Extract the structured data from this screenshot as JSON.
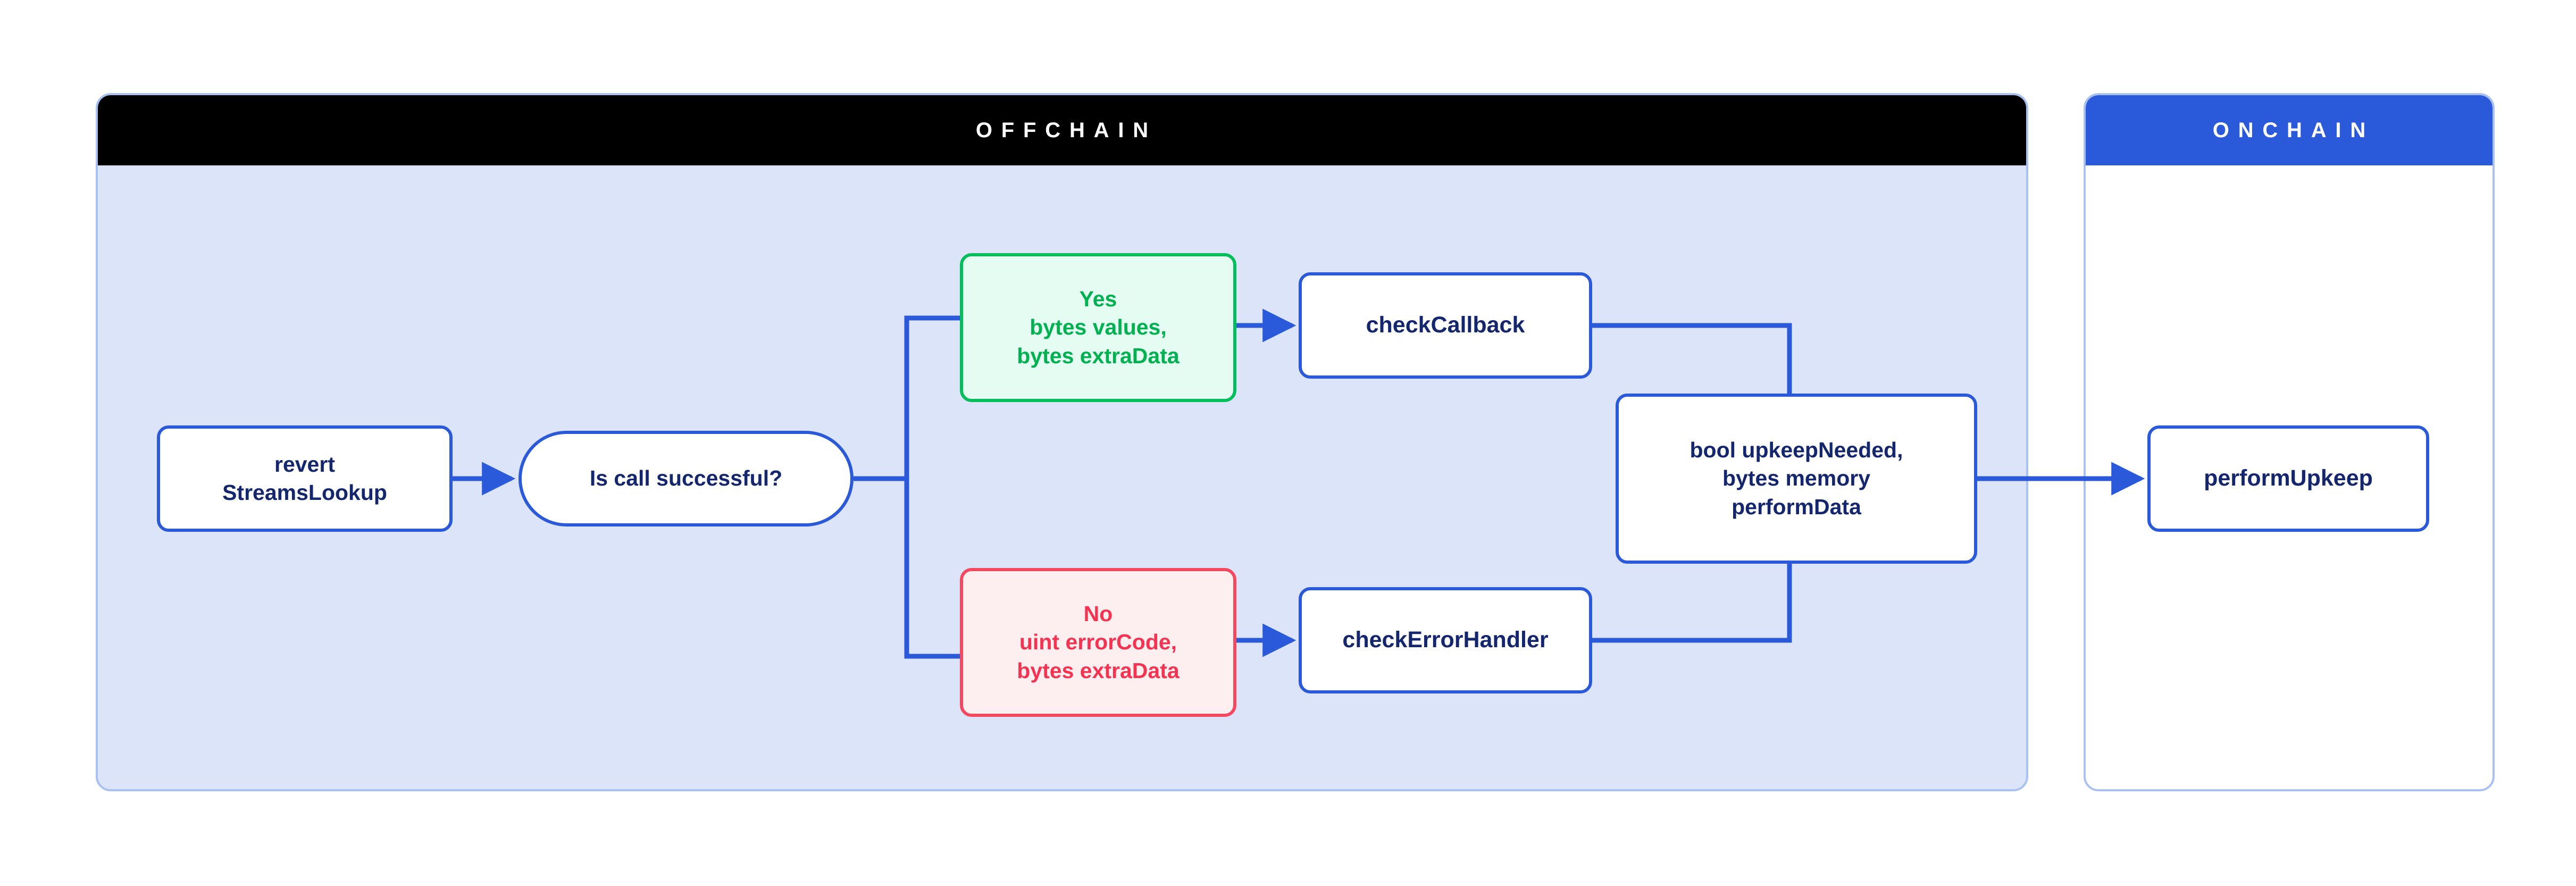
{
  "diagram": {
    "title": "Chainlink Automation StreamsLookup offchain / onchain flow",
    "colors": {
      "offchain_header_bg": "#000000",
      "onchain_header_bg": "#2a5ada",
      "offchain_panel_bg": "#dce4f9",
      "panel_border": "#a9c0f2",
      "node_blue_border": "#2a5ada",
      "node_blue_text": "#14266e",
      "node_green_border": "#00bf5b",
      "node_green_fill": "#e4fcf2",
      "node_green_text": "#00b14f",
      "node_red_border": "#f5485f",
      "node_red_fill": "#fdeef0",
      "node_red_text": "#f5324f",
      "edge_color": "#2a5ada"
    }
  },
  "panels": {
    "offchain": {
      "header": "OFFCHAIN"
    },
    "onchain": {
      "header": "ONCHAIN"
    }
  },
  "nodes": {
    "revert": {
      "label": "revert\nStreamsLookup"
    },
    "decision": {
      "label": "Is call successful?"
    },
    "yes": {
      "label": "Yes\nbytes values,\nbytes extraData"
    },
    "no": {
      "label": "No\nuint errorCode,\nbytes extraData"
    },
    "checkCallback": {
      "label": "checkCallback"
    },
    "checkErrorHandler": {
      "label": "checkErrorHandler"
    },
    "upkeepNeeded": {
      "label": "bool upkeepNeeded,\nbytes memory\nperformData"
    },
    "performUpkeep": {
      "label": "performUpkeep"
    }
  },
  "edges": [
    {
      "from": "revert",
      "to": "decision",
      "arrow": true
    },
    {
      "from": "decision",
      "to": "yes",
      "arrow": false
    },
    {
      "from": "decision",
      "to": "no",
      "arrow": false
    },
    {
      "from": "yes",
      "to": "checkCallback",
      "arrow": true
    },
    {
      "from": "no",
      "to": "checkErrorHandler",
      "arrow": true
    },
    {
      "from": "checkCallback",
      "to": "upkeepNeeded",
      "arrow": false
    },
    {
      "from": "checkErrorHandler",
      "to": "upkeepNeeded",
      "arrow": false
    },
    {
      "from": "upkeepNeeded",
      "to": "performUpkeep",
      "arrow": true
    }
  ]
}
